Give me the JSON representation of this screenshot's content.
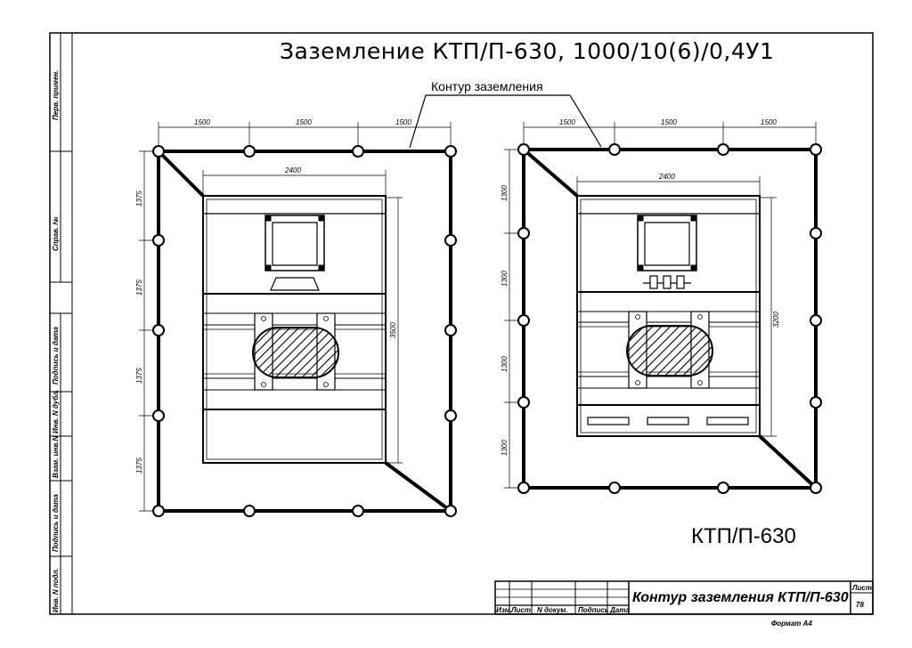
{
  "drawing": {
    "title": "Заземление КТП/П-630, 1000/10(6)/0,4У1",
    "leader_label": "Контур заземления",
    "model_label": "КТП/П-630",
    "left_plan": {
      "top_dims": [
        "1500",
        "1500",
        "1500"
      ],
      "width_dim": "2400",
      "height_dim": "3500",
      "side_dims": [
        "1375",
        "1375",
        "1375",
        "1375"
      ]
    },
    "right_plan": {
      "top_dims": [
        "1500",
        "1500",
        "1500"
      ],
      "width_dim": "2400",
      "height_dim": "3200",
      "side_dims": [
        "1300",
        "1300",
        "1300",
        "1300"
      ]
    }
  },
  "left_strip": {
    "labels": [
      "Перв. примен.",
      "Справ. №",
      "Подпись и дата",
      "Инв. N дубл.",
      "Взам. инв.N",
      "Подпись и дата",
      "Инв. N подл."
    ]
  },
  "title_block": {
    "name": "Контур заземления КТП/П-630",
    "columns": [
      "Изм.",
      "Лист",
      "N докум.",
      "Подпись",
      "Дата"
    ],
    "sheet_label": "Лист",
    "sheet_number": "78",
    "format": "Формат А4"
  }
}
